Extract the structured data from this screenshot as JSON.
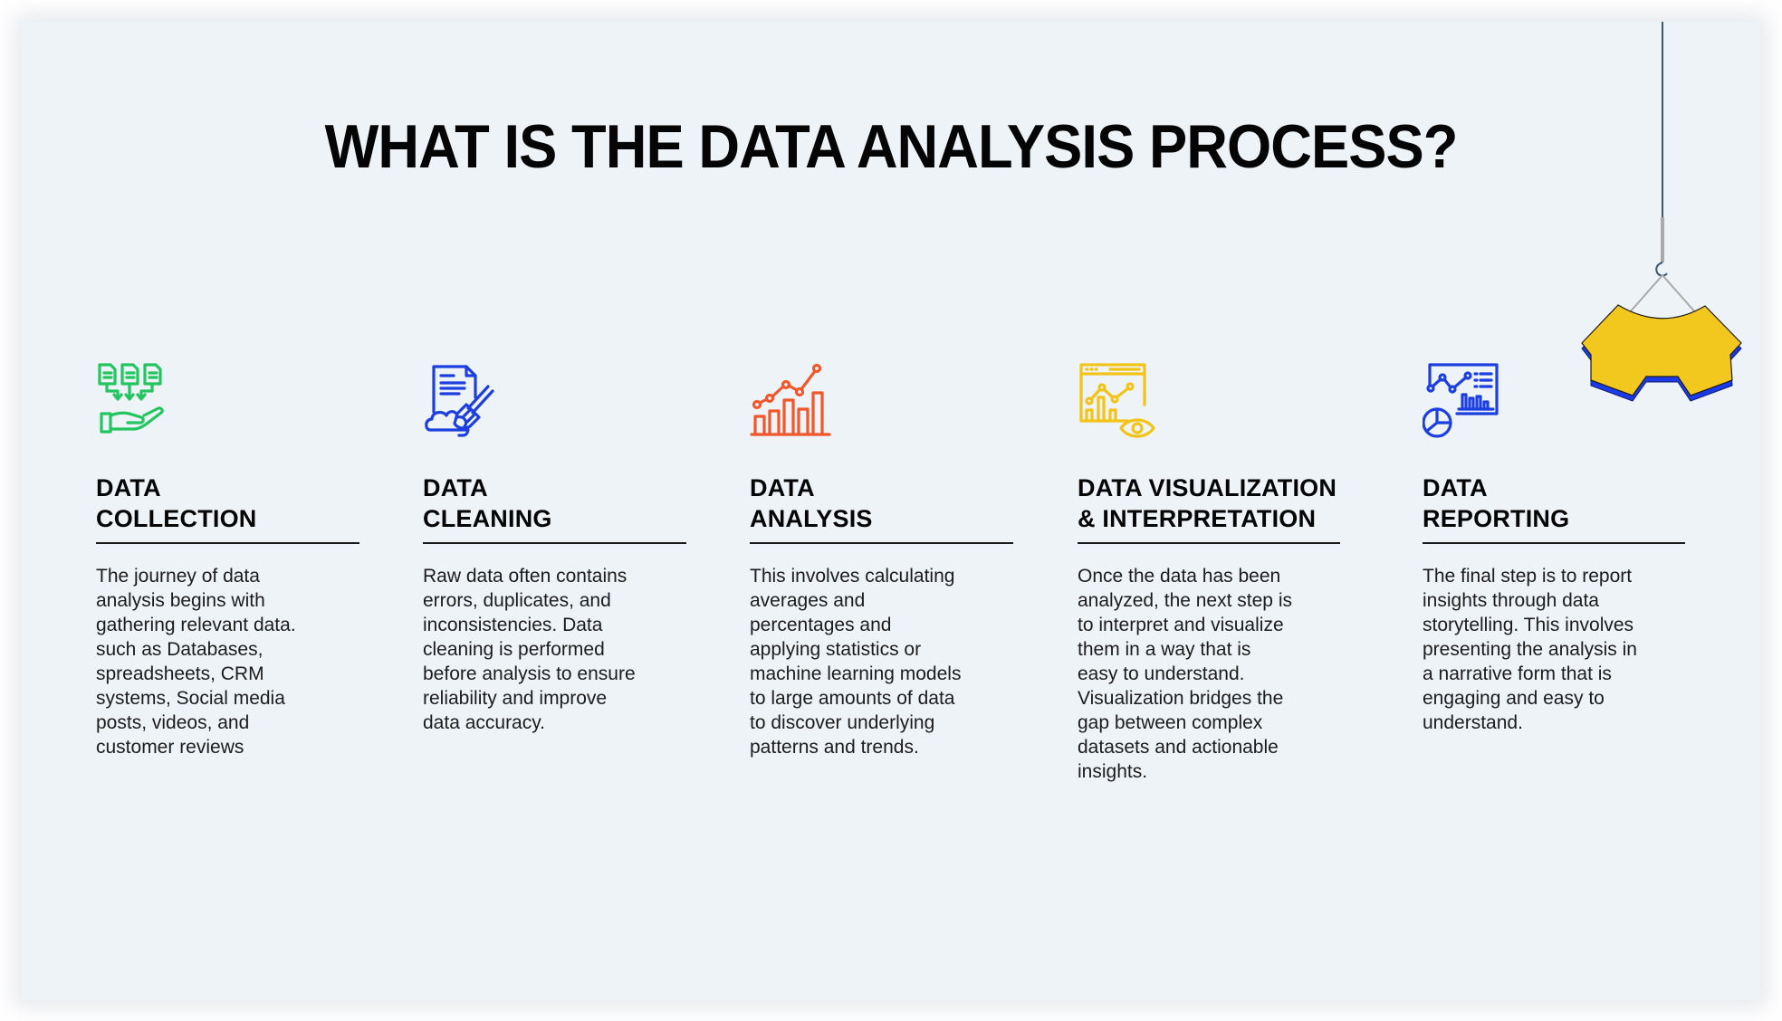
{
  "title": "WHAT IS THE DATA ANALYSIS PROCESS?",
  "colors": {
    "background": "#eef3f8",
    "green": "#22c55e",
    "blue": "#1d3fe0",
    "orange": "#f0572a",
    "yellow": "#f2c418",
    "puzzle_yellow": "#f2c71e",
    "puzzle_blue": "#1b3be8",
    "cable": "#3b5670",
    "cable_gray": "#a8a8a8"
  },
  "steps": [
    {
      "icon": "hand-receiving-documents-icon",
      "heading_lines": [
        "DATA",
        "COLLECTION"
      ],
      "body_lines": [
        "The journey of data",
        "analysis begins with",
        "gathering relevant data.",
        "such as Databases,",
        "spreadsheets, CRM",
        "systems, Social media",
        "posts, videos, and",
        "customer reviews"
      ]
    },
    {
      "icon": "document-broom-cleaning-icon",
      "heading_lines": [
        "DATA",
        "CLEANING"
      ],
      "body_lines": [
        "Raw data often contains",
        "errors, duplicates, and",
        "inconsistencies. Data",
        "cleaning is performed",
        "before analysis to ensure",
        "reliability and improve",
        "data accuracy."
      ]
    },
    {
      "icon": "bar-line-chart-growth-icon",
      "heading_lines": [
        "DATA",
        "ANALYSIS"
      ],
      "body_lines": [
        "This involves calculating",
        "averages and",
        "percentages and",
        "applying statistics or",
        "machine learning models",
        "to large amounts of data",
        "to discover underlying",
        "patterns and trends."
      ]
    },
    {
      "icon": "dashboard-chart-eye-icon",
      "heading_lines": [
        "DATA VISUALIZATION",
        "& INTERPRETATION"
      ],
      "body_lines": [
        "Once the data has been",
        "analyzed, the next step is",
        "to interpret and visualize",
        "them in a way that is",
        "easy to understand.",
        "Visualization bridges the",
        "gap between complex",
        "datasets and actionable",
        "insights."
      ]
    },
    {
      "icon": "report-board-pie-chart-icon",
      "heading_lines": [
        "DATA",
        "REPORTING"
      ],
      "body_lines": [
        "The final step is to report",
        "insights through data",
        "storytelling. This involves",
        "presenting the analysis in",
        "a narrative form that is",
        "engaging and easy to",
        "understand."
      ]
    }
  ],
  "decoration": {
    "icon": "crane-hook-puzzle-piece-icon"
  }
}
